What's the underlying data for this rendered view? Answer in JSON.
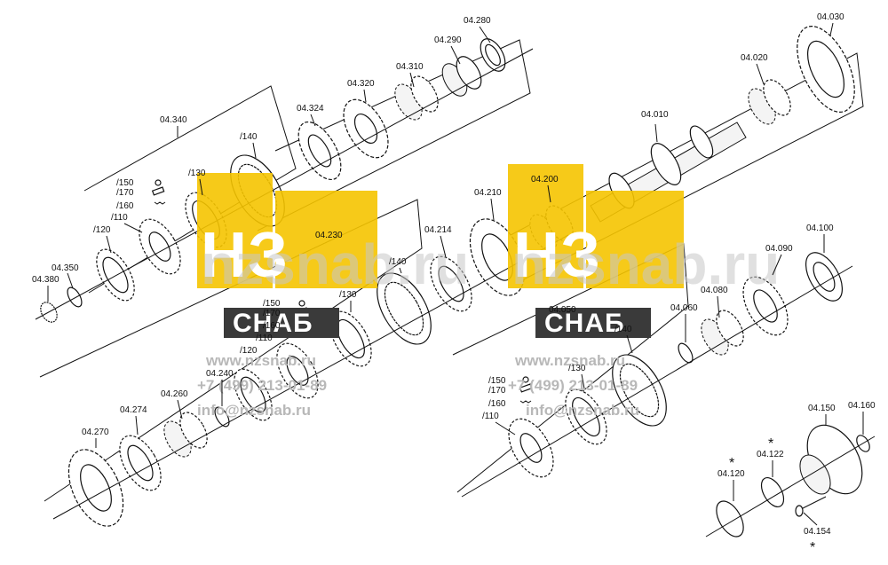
{
  "labels": {
    "p04280": "04.280",
    "p04290": "04.290",
    "p04310": "04.310",
    "p04320": "04.320",
    "p04324": "04.324",
    "p04340": "04.340",
    "p04030": "04.030",
    "p04020": "04.020",
    "p04010": "04.010",
    "p04200": "04.200",
    "p04210": "04.210",
    "p04214": "04.214",
    "p04230": "04.230",
    "p04100": "04.100",
    "p04090": "04.090",
    "p04080": "04.080",
    "p04060": "04.060",
    "p04050": "04.050",
    "p04350": "04.350",
    "p04380": "04.380",
    "p04240": "04.240",
    "p04260": "04.260",
    "p04274": "04.274",
    "p04270": "04.270",
    "p04150": "04.150",
    "p04160": "04.160",
    "p04122": "04.122",
    "p04120": "04.120",
    "p04154": "04.154",
    "a_140": "/140",
    "a_130": "/130",
    "a_150": "/150",
    "a_170": "/170",
    "a_160": "/160",
    "a_110": "/110",
    "a_120": "/120",
    "b_140": "/140",
    "b_130": "/130",
    "b_150": "/150",
    "b_170": "/170",
    "b_160": "/160",
    "b_110": "/110",
    "b_120": "/120",
    "c_140": "/140",
    "c_130": "/130",
    "c_150": "/150",
    "c_170": "/170",
    "c_160": "/160",
    "c_110": "/110",
    "asterisk": "*"
  },
  "watermark": {
    "brand_mark": "НЗ",
    "brand_name": "СНАБ",
    "site_big": "nzsnab.ru",
    "url": "www.nzsnab.ru",
    "phone": "+7 (499) 213-01-89",
    "email": "info@nzsnab.ru",
    "accent_color": "#f5c400",
    "dark_color": "#3a3a3a"
  }
}
